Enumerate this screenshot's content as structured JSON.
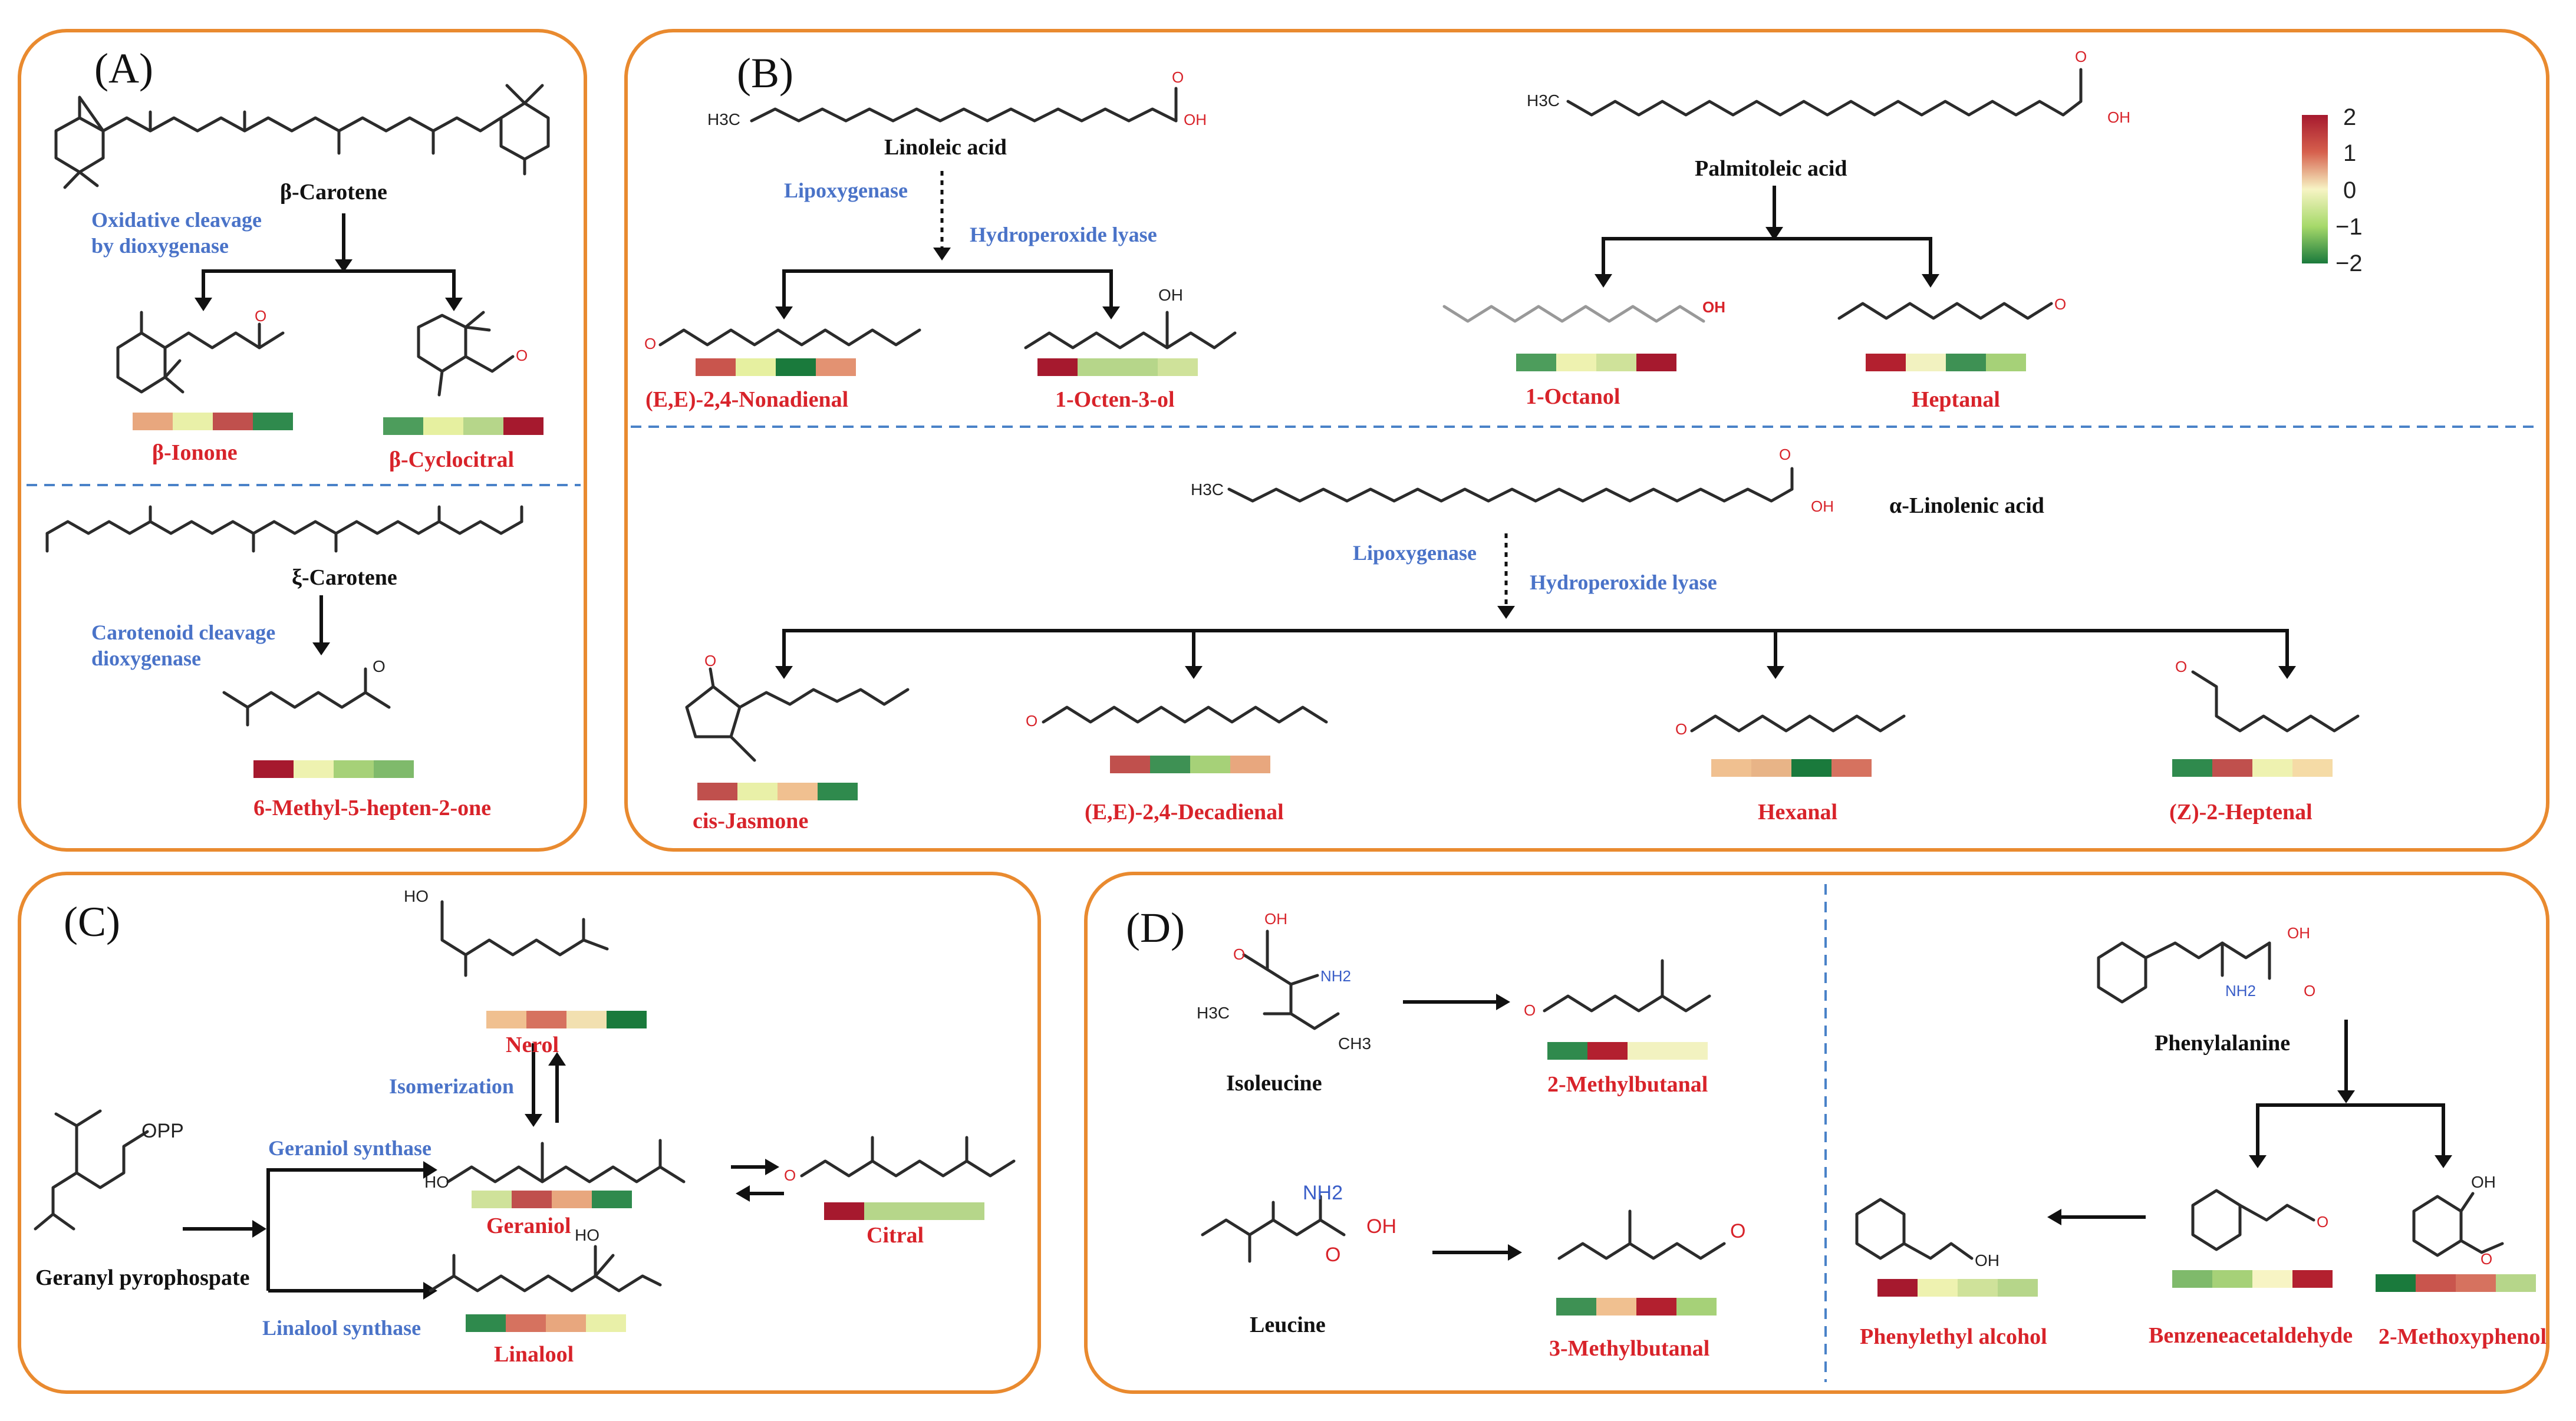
{
  "panels": {
    "A": {
      "label": "(A)"
    },
    "B": {
      "label": "(B)"
    },
    "C": {
      "label": "(C)"
    },
    "D": {
      "label": "(D)"
    }
  },
  "colorbar": {
    "ticks": [
      "2",
      "1",
      "0",
      "−1",
      "−2"
    ],
    "colors": [
      "#a6192e",
      "#d6604d",
      "#f7f4c4",
      "#a6d96a",
      "#1a7a3c"
    ]
  },
  "substrates": {
    "beta_carotene": "β-Carotene",
    "xi_carotene": "ξ-Carotene",
    "linoleic": "Linoleic acid",
    "palmitoleic": "Palmitoleic acid",
    "alpha_linolenic": "α-Linolenic acid",
    "geranyl_pp": "Geranyl pyrophospate",
    "isoleucine": "Isoleucine",
    "leucine": "Leucine",
    "phenylalanine": "Phenylalanine"
  },
  "enzymes": {
    "oxidative_cleavage": [
      "Oxidative cleavage",
      "by dioxygenase"
    ],
    "carotenoid_cleavage": [
      "Carotenoid cleavage",
      "dioxygenase"
    ],
    "lipoxygenase_b1": "Lipoxygenase",
    "hydroperoxide_lyase_b1": "Hydroperoxide lyase",
    "lipoxygenase_b2": "Lipoxygenase",
    "hydroperoxide_lyase_b2": "Hydroperoxide lyase",
    "isomerization": "Isomerization",
    "geraniol_synthase": "Geraniol synthase",
    "linalool_synthase": "Linalool synthase"
  },
  "atoms": {
    "H3C": "H3C",
    "OH": "OH",
    "O": "O",
    "OPP": "OPP",
    "HO": "HO",
    "NH2": "NH2",
    "NH2_upper": "NH2",
    "CH3": "CH3"
  },
  "products": [
    {
      "id": "beta_ionone",
      "name": "β-Ionone",
      "colors": [
        "#e8a77e",
        "#e9f0a8",
        "#c0504d",
        "#2f8a4d"
      ]
    },
    {
      "id": "beta_cyclocitral",
      "name": "β-Cyclocitral",
      "colors": [
        "#4d9d5c",
        "#e6f0a0",
        "#b6d68a",
        "#a6192e"
      ]
    },
    {
      "id": "methylheptenone",
      "name": "6-Methyl-5-hepten-2-one",
      "colors": [
        "#a6192e",
        "#eef2b0",
        "#a6d178",
        "#7fba6b"
      ]
    },
    {
      "id": "nonadienal",
      "name": "(E,E)-2,4-Nonadienal",
      "colors": [
        "#c9554d",
        "#e6f0a0",
        "#1a7a3c",
        "#e39272"
      ]
    },
    {
      "id": "octenol",
      "name": "1-Octen-3-ol",
      "colors": [
        "#a6192e",
        "#b6d68a",
        "#b6d68a",
        "#cfe29a"
      ]
    },
    {
      "id": "octanol",
      "name": "1-Octanol",
      "colors": [
        "#4d9d5c",
        "#eef2b0",
        "#cfe29a",
        "#a6192e"
      ]
    },
    {
      "id": "heptanal",
      "name": "Heptanal",
      "colors": [
        "#b3202f",
        "#f2f2c0",
        "#3e9154",
        "#a6d178"
      ]
    },
    {
      "id": "jasmone",
      "name": "cis-Jasmone",
      "colors": [
        "#c0504d",
        "#e9f0a8",
        "#f0c090",
        "#2f8a4d"
      ]
    },
    {
      "id": "decadienal",
      "name": "(E,E)-2,4-Decadienal",
      "colors": [
        "#c0504d",
        "#3e9154",
        "#a6d178",
        "#e8a77e"
      ]
    },
    {
      "id": "hexanal",
      "name": "Hexanal",
      "colors": [
        "#f0c090",
        "#e8b487",
        "#1a7a3c",
        "#d6725f"
      ]
    },
    {
      "id": "heptenal",
      "name": "(Z)-2-Heptenal",
      "colors": [
        "#2f8a4d",
        "#c0504d",
        "#eef2b0",
        "#f5dba6"
      ]
    },
    {
      "id": "nerol",
      "name": "Nerol",
      "colors": [
        "#f0c090",
        "#d6725f",
        "#f2e0b0",
        "#1a7a3c"
      ]
    },
    {
      "id": "geraniol",
      "name": "Geraniol",
      "colors": [
        "#cfe29a",
        "#c0504d",
        "#e8a77e",
        "#2f8a4d"
      ]
    },
    {
      "id": "citral",
      "name": "Citral",
      "colors": [
        "#a6192e",
        "#b6d68a",
        "#b6d68a",
        "#b6d68a"
      ]
    },
    {
      "id": "linalool",
      "name": "Linalool",
      "colors": [
        "#2f8a4d",
        "#d6725f",
        "#e8a77e",
        "#e9f0a8"
      ]
    },
    {
      "id": "methylbutanal2",
      "name": "2-Methylbutanal",
      "colors": [
        "#2f8a4d",
        "#b3202f",
        "#f2f2c0",
        "#f2f2c0"
      ]
    },
    {
      "id": "methylbutanal3",
      "name": "3-Methylbutanal",
      "colors": [
        "#3e9154",
        "#f0c090",
        "#b3202f",
        "#a6d178"
      ]
    },
    {
      "id": "phenylethyl",
      "name": "Phenylethyl alcohol",
      "colors": [
        "#a6192e",
        "#eef2b0",
        "#cfe29a",
        "#b6d68a"
      ]
    },
    {
      "id": "benzeneacet",
      "name": "Benzeneacetaldehyde",
      "colors": [
        "#7fba6b",
        "#a6d178",
        "#f7f4c4",
        "#b3202f"
      ]
    },
    {
      "id": "methoxyphenol",
      "name": "2-Methoxyphenol",
      "colors": [
        "#1a7a3c",
        "#c9554d",
        "#d6725f",
        "#b6d68a"
      ]
    }
  ]
}
